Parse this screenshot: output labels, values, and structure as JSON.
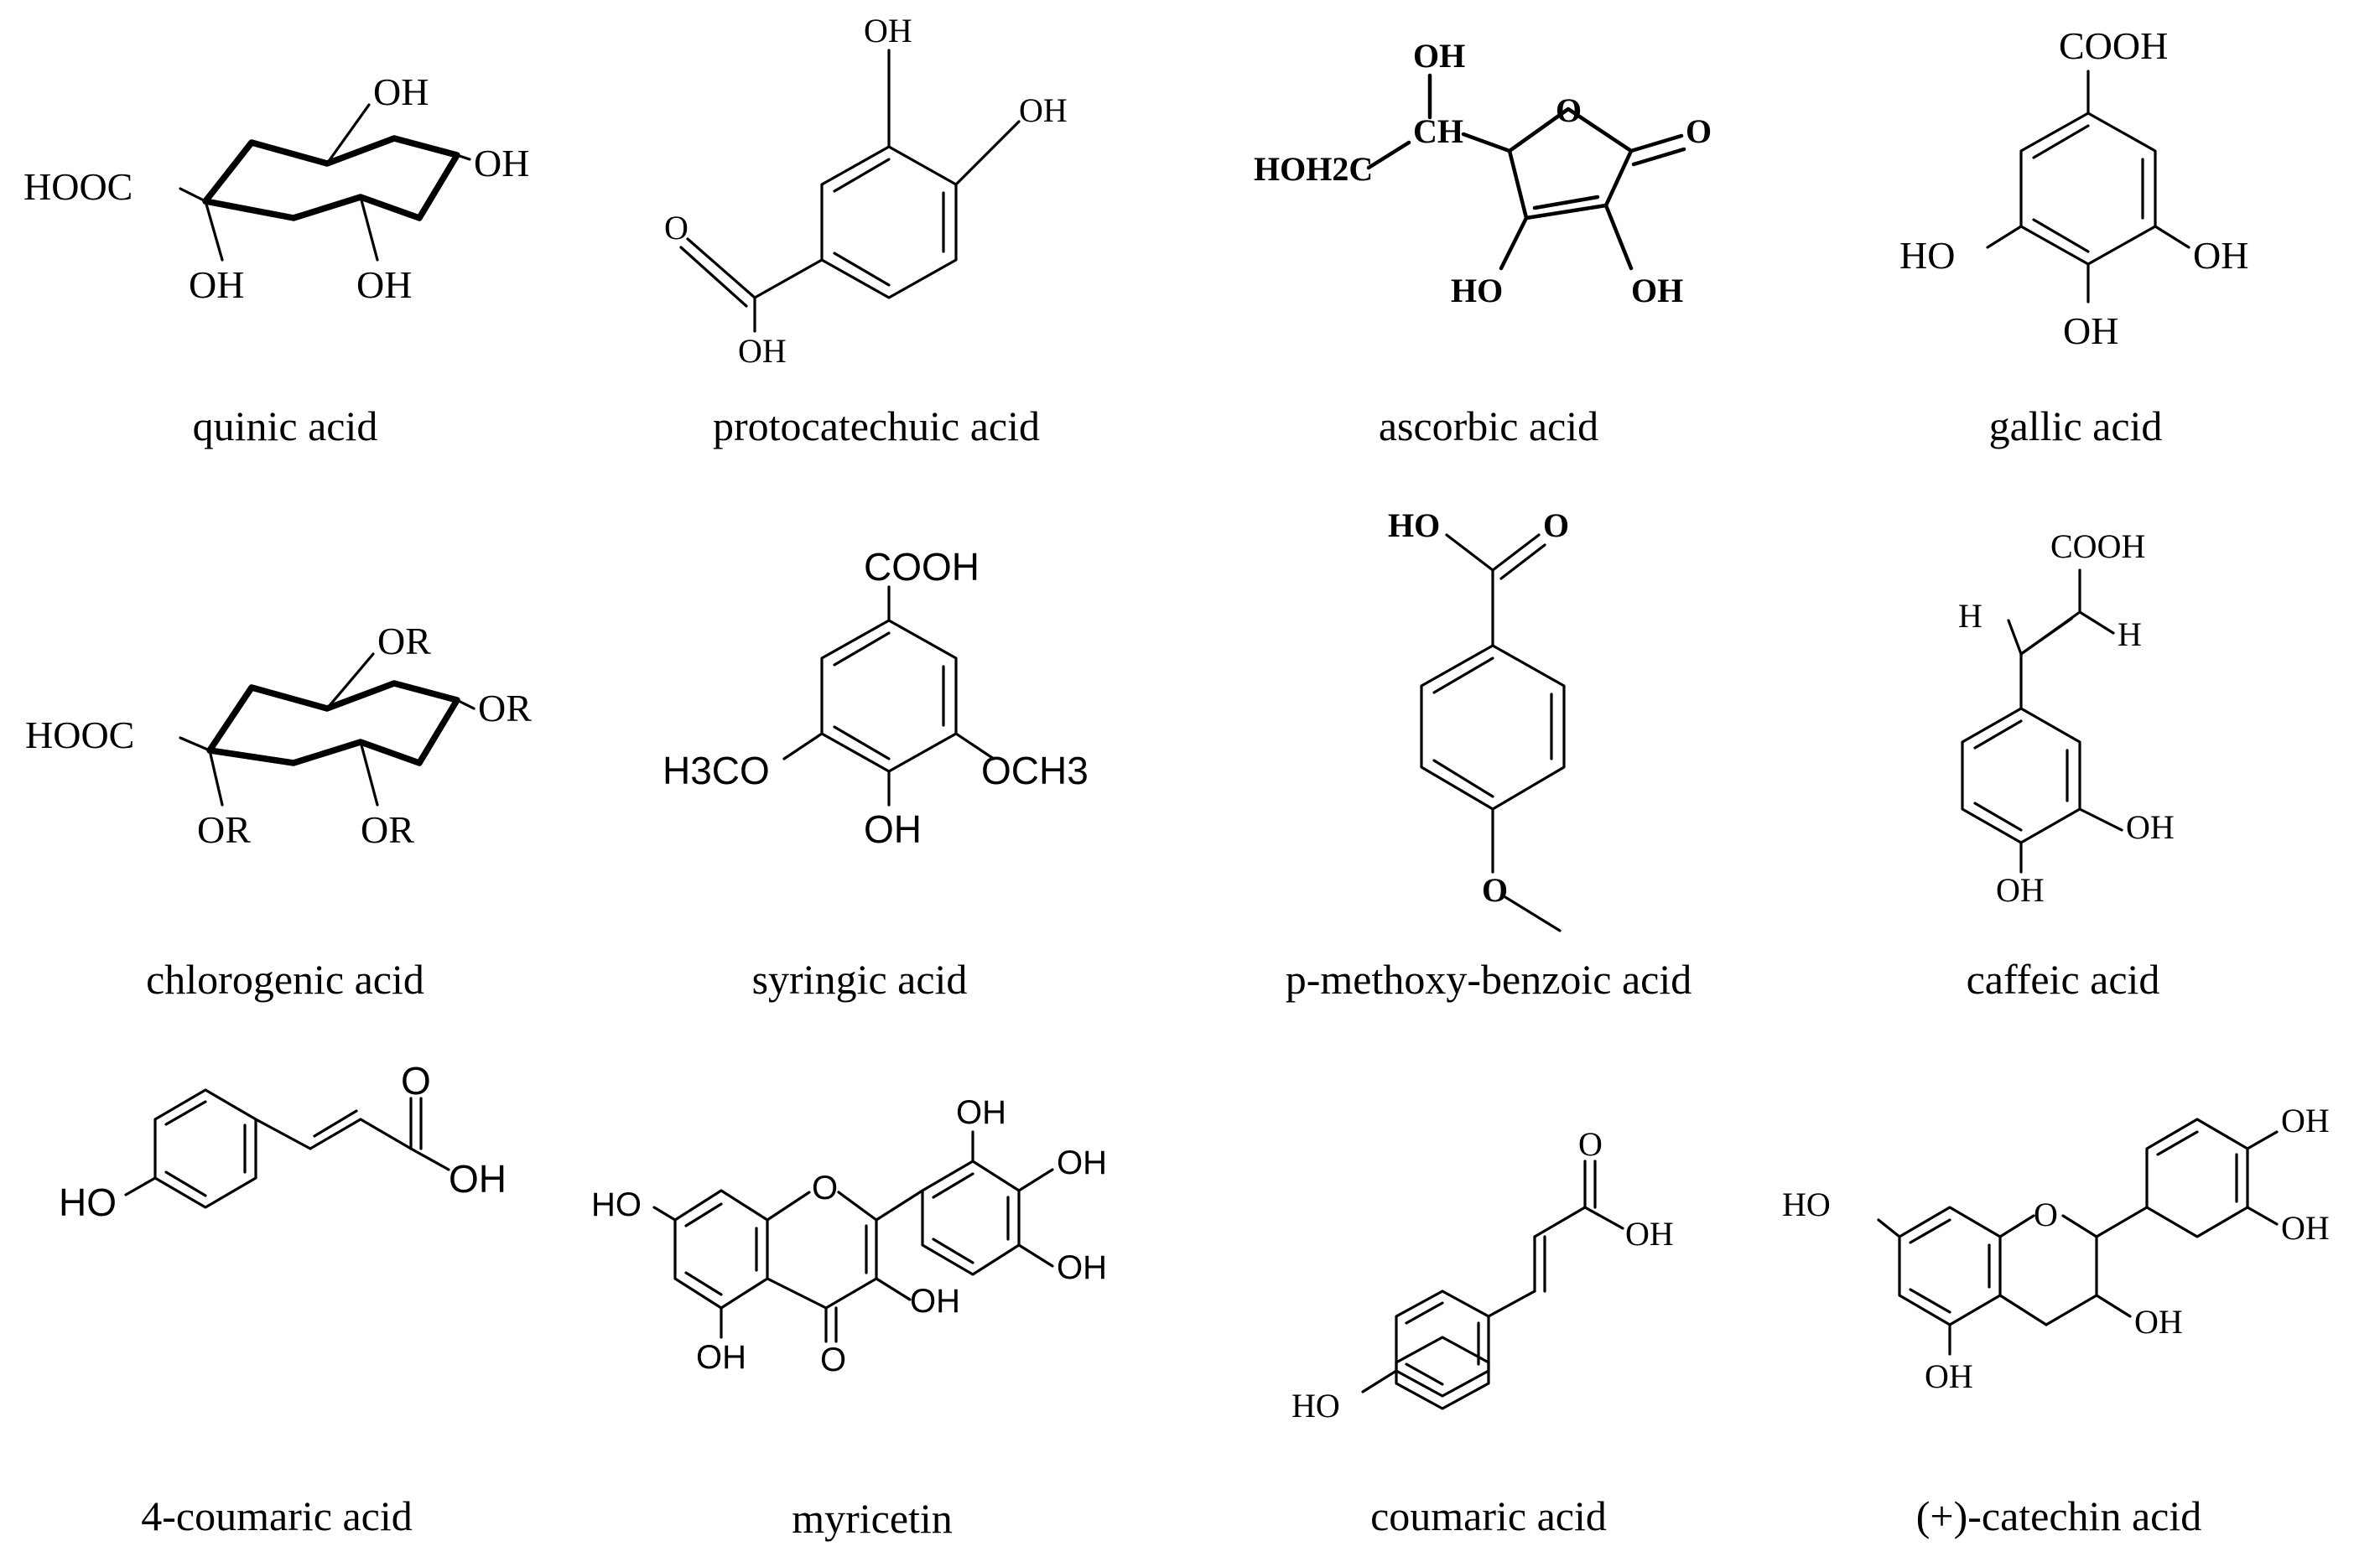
{
  "compounds": [
    {
      "name": "quinic acid",
      "groups": [
        "OH",
        "HOOC",
        "OH",
        "OH",
        "OH"
      ]
    },
    {
      "name": "protocatechuic acid",
      "groups": [
        "OH",
        "OH",
        "O",
        "OH"
      ]
    },
    {
      "name": "ascorbic acid",
      "groups": [
        "OH",
        "CH",
        "HOH2C",
        "O",
        "O",
        "HO",
        "OH"
      ]
    },
    {
      "name": "gallic acid",
      "groups": [
        "COOH",
        "HO",
        "OH",
        "OH"
      ]
    },
    {
      "name": "chlorogenic acid",
      "groups": [
        "OR",
        "HOOC",
        "OR",
        "OR",
        "OR"
      ]
    },
    {
      "name": "syringic acid",
      "groups": [
        "COOH",
        "H3CO",
        "OCH3",
        "OH"
      ]
    },
    {
      "name": "p-methoxy-benzoic acid",
      "groups": [
        "HO",
        "O",
        "O"
      ]
    },
    {
      "name": "caffeic acid",
      "groups": [
        "COOH",
        "H",
        "H",
        "OH",
        "OH"
      ]
    },
    {
      "name": "4-coumaric acid",
      "groups": [
        "O",
        "OH",
        "HO"
      ]
    },
    {
      "name": "myricetin",
      "groups": [
        "OH",
        "OH",
        "OH",
        "HO",
        "O",
        "OH",
        "O",
        "OH"
      ]
    },
    {
      "name": "coumaric acid",
      "groups": [
        "O",
        "OH",
        "HO"
      ]
    },
    {
      "name": "(+)-catechin acid",
      "groups": [
        "OH",
        "HO",
        "O",
        "OH",
        "OH",
        "OH"
      ]
    }
  ]
}
